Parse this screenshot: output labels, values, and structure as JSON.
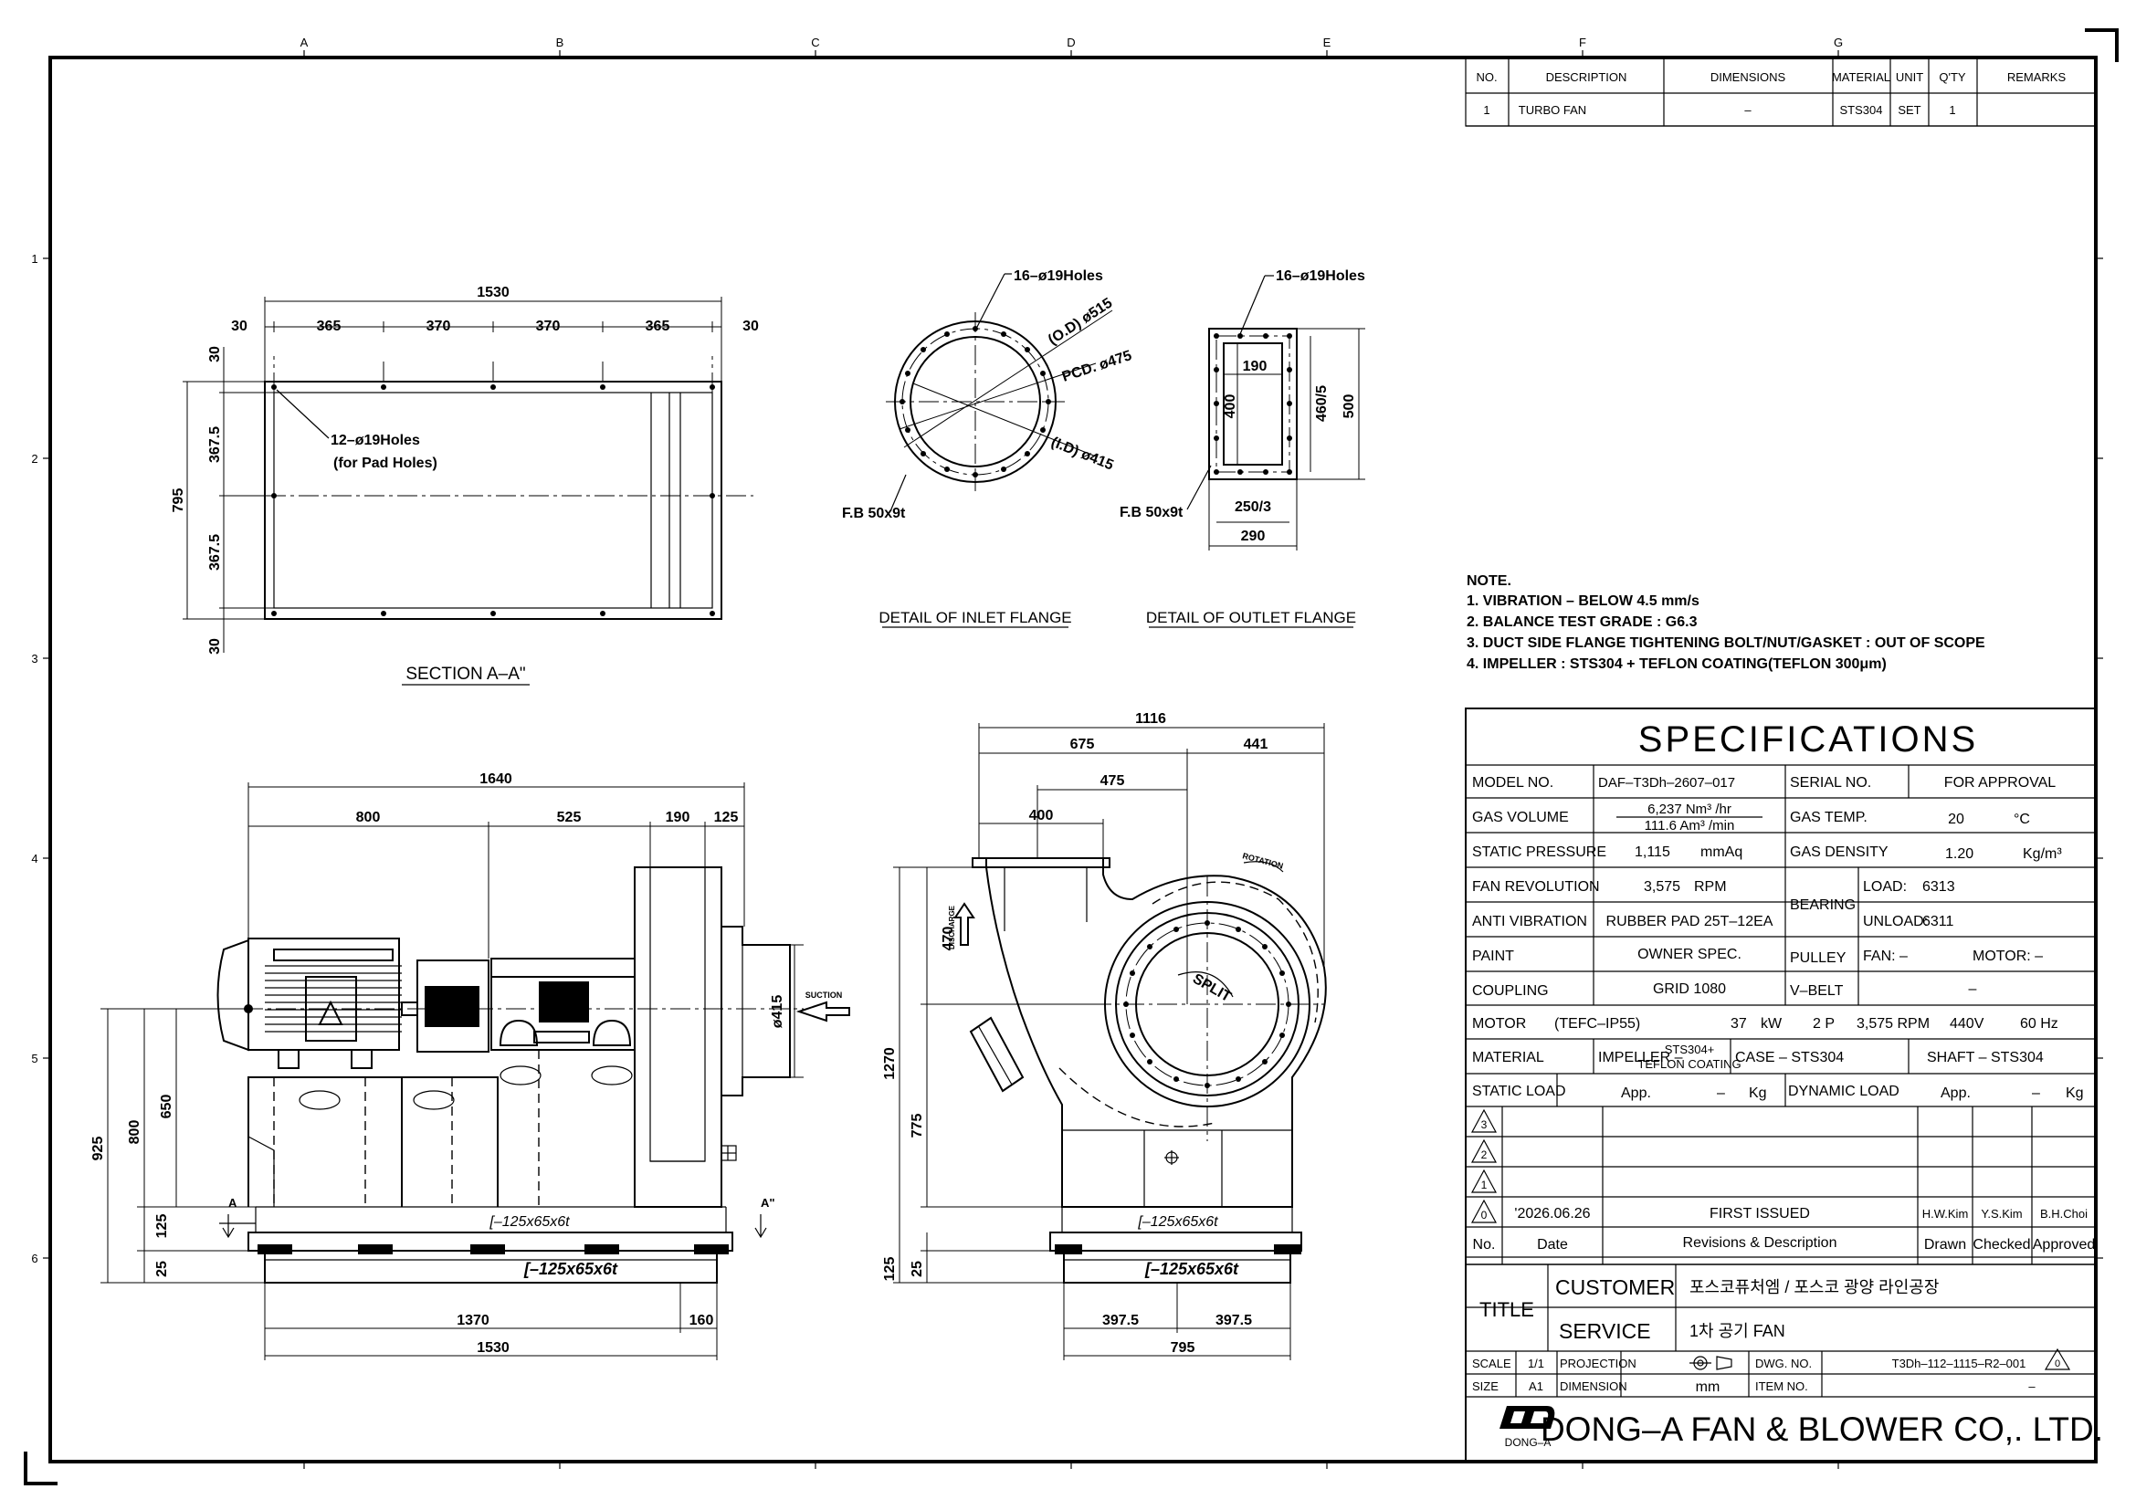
{
  "frame": {
    "col_labels": [
      "A",
      "B",
      "C",
      "D",
      "E",
      "F",
      "G"
    ],
    "row_labels": [
      "1",
      "2",
      "3",
      "4",
      "5",
      "6"
    ]
  },
  "parts_table": {
    "headers": [
      "NO.",
      "DESCRIPTION",
      "DIMENSIONS",
      "MATERIAL",
      "UNIT",
      "Q'TY",
      "REMARKS"
    ],
    "rows": [
      [
        "1",
        "TURBO FAN",
        "–",
        "STS304",
        "SET",
        "1",
        ""
      ]
    ]
  },
  "views": {
    "section_title": "SECTION A–A\"",
    "inlet_title": "DETAIL OF INLET FLANGE",
    "outlet_title": "DETAIL OF OUTLET FLANGE"
  },
  "section_dims": {
    "overall": "1530",
    "segments": [
      "30",
      "365",
      "370",
      "370",
      "365",
      "30"
    ],
    "height": "795",
    "left_segments": [
      "30",
      "367.5",
      "367.5",
      "30"
    ],
    "holes_note_1": "12–ø19Holes",
    "holes_note_2": "(for Pad Holes)"
  },
  "inlet_dims": {
    "holes": "16–ø19Holes",
    "od": "(O.D) ø515",
    "pcd": "PCD. ø475",
    "id": "(I.D) ø415",
    "flatbar": "F.B 50x9t"
  },
  "outlet_dims": {
    "holes": "16–ø19Holes",
    "w_inner": "190",
    "h_inner": "400",
    "h_mid": "460/5",
    "h_outer": "500",
    "w_mid": "250/3",
    "w_outer": "290",
    "flatbar": "F.B 50x9t"
  },
  "side_dims": {
    "overall": "1640",
    "seg1": "800",
    "seg2": "525",
    "seg3": "190",
    "seg4": "125",
    "h_total": "925",
    "h_shaft": "800",
    "h_650": "650",
    "h_125": "125",
    "h_25": "25",
    "inlet_dia": "ø415",
    "suction": "SUCTION",
    "channel": "[–125x65x6t",
    "bottom_1": "1370",
    "bottom_2": "160",
    "bottom_total": "1530",
    "section_mark": "A",
    "section_mark2": "A\""
  },
  "front_dims": {
    "overall": "1116",
    "seg_l": "675",
    "seg_r": "441",
    "d475": "475",
    "d400": "400",
    "h470": "470",
    "h1270": "1270",
    "h775": "775",
    "h125": "125",
    "h25": "25",
    "bottom_l": "397.5",
    "bottom_r": "397.5",
    "bottom_total": "795",
    "discharge": "DISCHARGE",
    "rotation": "ROTATION",
    "split": "SPLIT",
    "channel": "[–125x65x6t"
  },
  "notes": {
    "title": "NOTE.",
    "items": [
      "1. VIBRATION – BELOW 4.5 mm/s",
      "2. BALANCE TEST GRADE : G6.3",
      "3. DUCT SIDE FLANGE TIGHTENING BOLT/NUT/GASKET : OUT OF SCOPE",
      "4. IMPELLER : STS304 + TEFLON COATING(TEFLON 300μm)"
    ]
  },
  "specs": {
    "title": "SPECIFICATIONS",
    "model_label": "MODEL NO.",
    "model": "DAF–T3Dh–2607–017",
    "serial_label": "SERIAL NO.",
    "serial": "FOR APPROVAL",
    "gasvol_label": "GAS VOLUME",
    "gasvol_1": "6,237 Nm³ /hr",
    "gasvol_2": "111.6 Am³ /min",
    "gastemp_label": "GAS TEMP.",
    "gastemp": "20",
    "gastemp_unit": "°C",
    "static_label": "STATIC PRESSURE",
    "static": "1,115",
    "static_unit": "mmAq",
    "density_label": "GAS DENSITY",
    "density": "1.20",
    "density_unit": "Kg/m³",
    "rev_label": "FAN REVOLUTION",
    "rev": "3,575",
    "rev_unit": "RPM",
    "bearing_label": "BEARING",
    "load": "LOAD:",
    "load_val": "6313",
    "unload": "UNLOAD:",
    "unload_val": "6311",
    "antivib_label": "ANTI VIBRATION",
    "antivib": "RUBBER PAD 25T–12EA",
    "paint_label": "PAINT",
    "paint": "OWNER SPEC.",
    "pulley_label": "PULLEY",
    "pulley_fan": "FAN: –",
    "pulley_motor": "MOTOR: –",
    "coupling_label": "COUPLING",
    "coupling": "GRID 1080",
    "vbelt_label": "V–BELT",
    "vbelt": "–",
    "motor_label": "MOTOR",
    "motor_type": "(TEFC–IP55)",
    "motor_kw": "37",
    "motor_kw_unit": "kW",
    "motor_pole": "2 P",
    "motor_rpm": "3,575 RPM",
    "motor_v": "440V",
    "motor_hz": "60 Hz",
    "material_label": "MATERIAL",
    "impeller": "IMPELLER –",
    "impeller_1": "STS304+",
    "impeller_2": "TEFLON COATING",
    "case": "CASE – STS304",
    "shaft": "SHAFT – STS304",
    "sload_label": "STATIC LOAD",
    "sload_app": "App.",
    "sload_val": "–",
    "sload_unit": "Kg",
    "dload_label": "DYNAMIC LOAD",
    "dload_app": "App.",
    "dload_val": "–",
    "dload_unit": "Kg"
  },
  "revisions": {
    "rows": [
      {
        "no": "3",
        "date": "",
        "desc": ""
      },
      {
        "no": "2",
        "date": "",
        "desc": ""
      },
      {
        "no": "1",
        "date": "",
        "desc": ""
      },
      {
        "no": "0",
        "date": "'2026.06.26",
        "desc": "FIRST ISSUED",
        "drawn": "H.W.Kim",
        "checked": "Y.S.Kim",
        "approved": "B.H.Choi"
      }
    ],
    "header_no": "No.",
    "header_date": "Date",
    "header_desc": "Revisions & Description",
    "header_drawn": "Drawn",
    "header_checked": "Checked",
    "header_approved": "Approved"
  },
  "title_block": {
    "title_label": "TITLE",
    "customer_label": "CUSTOMER",
    "customer": "포스코퓨처엠 / 포스코 광양 라인공장",
    "service_label": "SERVICE",
    "service": "1차 공기 FAN",
    "scale_label": "SCALE",
    "scale": "1/1",
    "projection_label": "PROJECTION",
    "dwg_label": "DWG. NO.",
    "dwg": "T3Dh–112–1115–R2–001",
    "rev_mark": "0",
    "size_label": "SIZE",
    "size": "A1",
    "dimension_label": "DIMENSION",
    "dimension": "mm",
    "item_label": "ITEM NO.",
    "item": "–",
    "logo_text": "DONG–A",
    "company": "DONG–A FAN & BLOWER CO,. LTD."
  }
}
